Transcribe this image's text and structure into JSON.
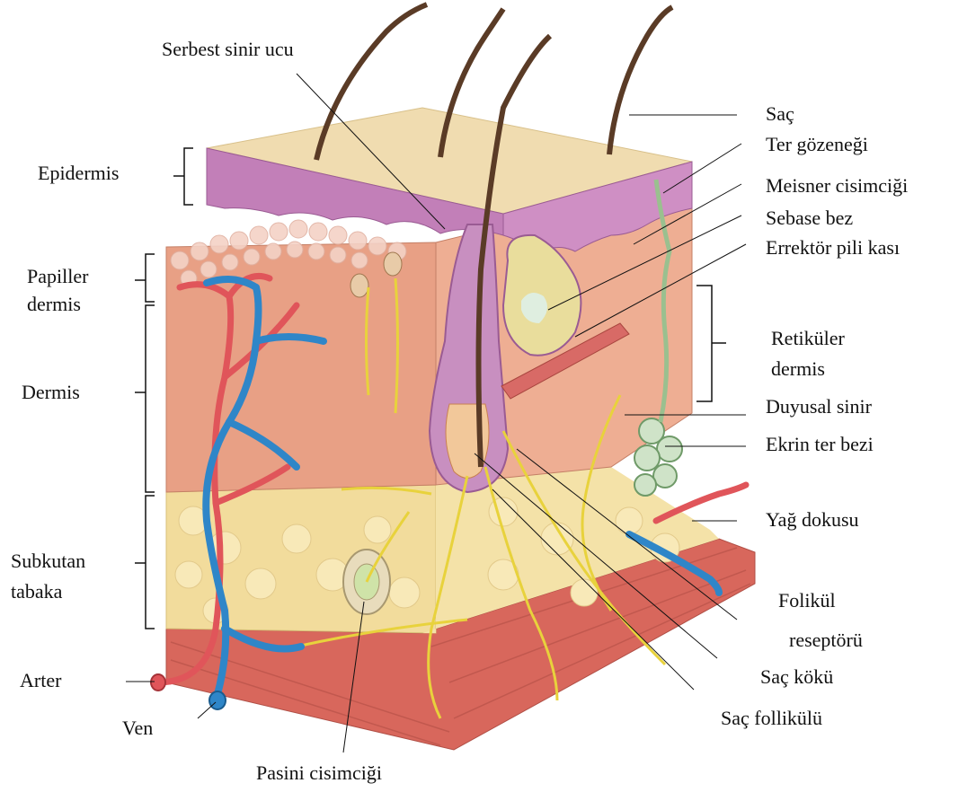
{
  "labels": {
    "serbest_sinir_ucu": "Serbest sinir ucu",
    "epidermis": "Epidermis",
    "papiller_dermis_1": "Papiller",
    "papiller_dermis_2": "dermis",
    "dermis": "Dermis",
    "subkutan_1": "Subkutan",
    "subkutan_2": "tabaka",
    "arter": "Arter",
    "ven": "Ven",
    "pasini": "Pasini cisimciği",
    "sac": "Saç",
    "ter_gozenegi": "Ter gözeneği",
    "meisner": "Meisner cisimciği",
    "sebase": "Sebase bez",
    "errektor": "Errektör pili kası",
    "retikuler_1": "Retiküler",
    "retikuler_2": "dermis",
    "duyusal_sinir": "Duyusal sinir",
    "ekrin": "Ekrin ter bezi",
    "yag_dokusu": "Yağ dokusu",
    "folikul_1": "Folikül",
    "folikul_2": "reseptörü",
    "sac_koku": "Saç kökü",
    "sac_follikulu": "Saç follikülü"
  },
  "colors": {
    "epidermis": "#c27fb8",
    "dermis": "#e8a085",
    "fat": "#f2dc9c",
    "muscle": "#d8675c",
    "artery": "#e0555a",
    "vein": "#2f86c8",
    "nerve": "#e8d23c",
    "hair": "#5a3b26",
    "skin_top": "#f0dcb0"
  }
}
